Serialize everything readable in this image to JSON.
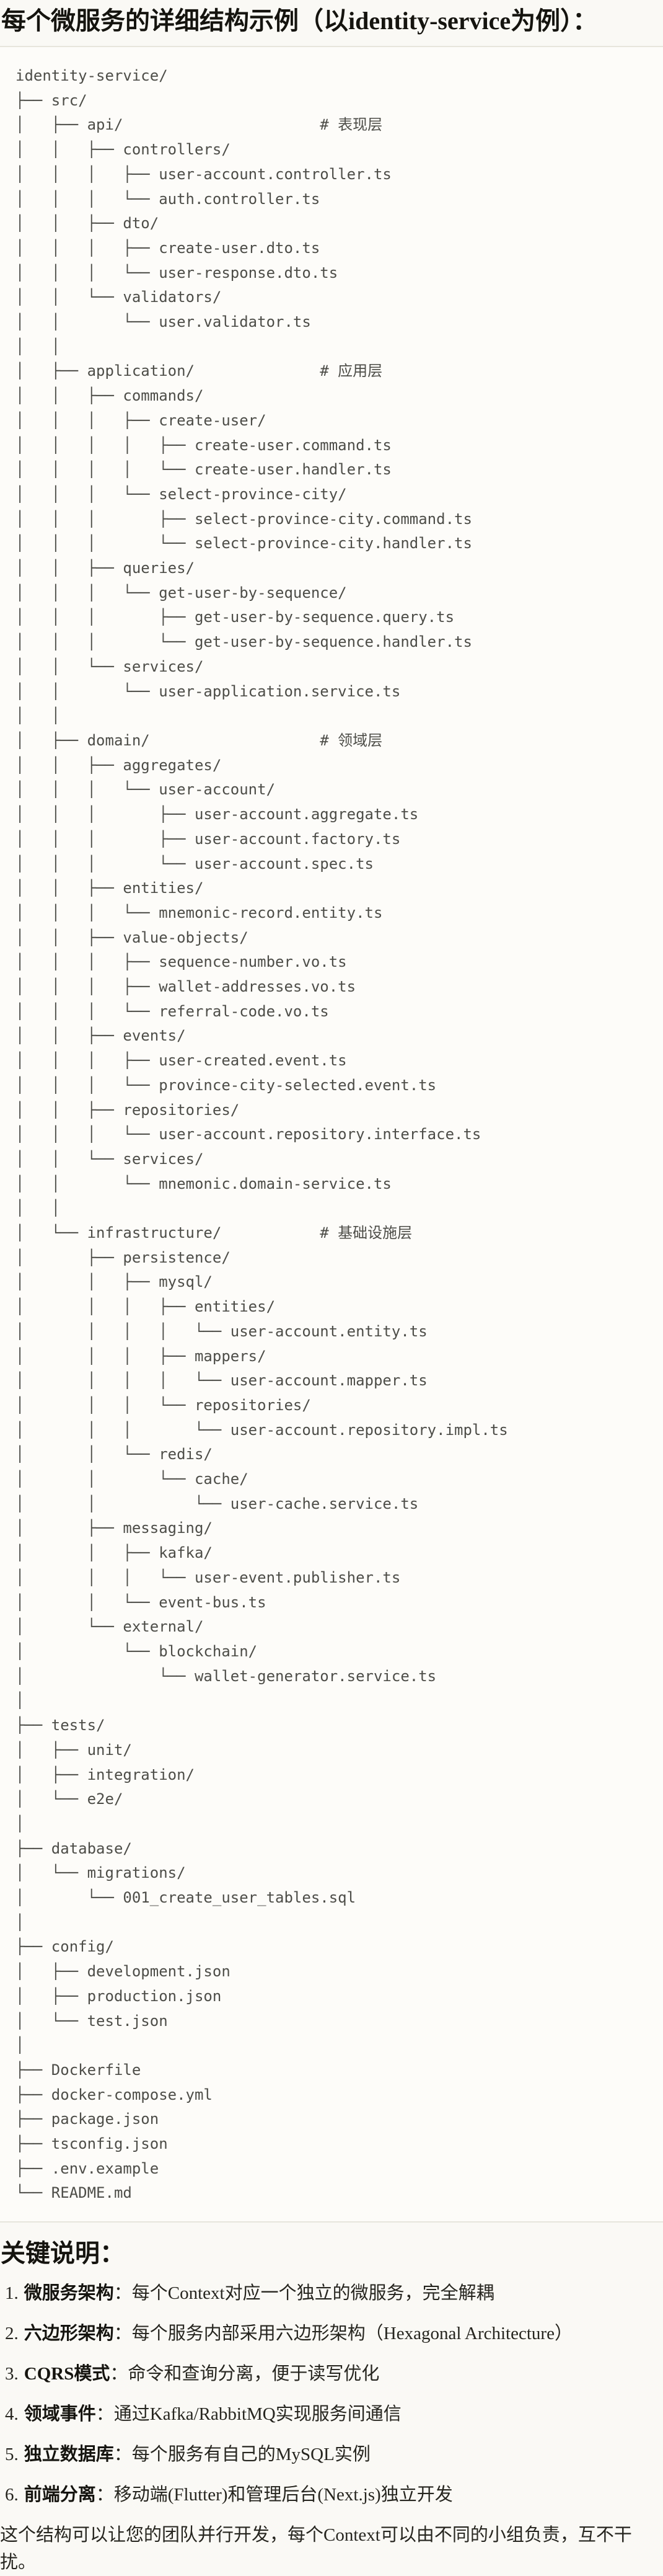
{
  "page": {
    "title": "每个微服务的详细结构示例（以identity-service为例）："
  },
  "colors": {
    "page-bg": "#FAF9F5",
    "code-bg": "#FDFCF9",
    "code-border": "#E7E5DC",
    "code-text": "#4D4D48",
    "heading-text": "#15140F",
    "body-text": "#26251F"
  },
  "code_block": {
    "lines": [
      "identity-service/",
      "├── src/",
      "│   ├── api/                      # 表现层",
      "│   │   ├── controllers/",
      "│   │   │   ├── user-account.controller.ts",
      "│   │   │   └── auth.controller.ts",
      "│   │   ├── dto/",
      "│   │   │   ├── create-user.dto.ts",
      "│   │   │   └── user-response.dto.ts",
      "│   │   └── validators/",
      "│   │       └── user.validator.ts",
      "│   │",
      "│   ├── application/              # 应用层",
      "│   │   ├── commands/",
      "│   │   │   ├── create-user/",
      "│   │   │   │   ├── create-user.command.ts",
      "│   │   │   │   └── create-user.handler.ts",
      "│   │   │   └── select-province-city/",
      "│   │   │       ├── select-province-city.command.ts",
      "│   │   │       └── select-province-city.handler.ts",
      "│   │   ├── queries/",
      "│   │   │   └── get-user-by-sequence/",
      "│   │   │       ├── get-user-by-sequence.query.ts",
      "│   │   │       └── get-user-by-sequence.handler.ts",
      "│   │   └── services/",
      "│   │       └── user-application.service.ts",
      "│   │",
      "│   ├── domain/                   # 领域层",
      "│   │   ├── aggregates/",
      "│   │   │   └── user-account/",
      "│   │   │       ├── user-account.aggregate.ts",
      "│   │   │       ├── user-account.factory.ts",
      "│   │   │       └── user-account.spec.ts",
      "│   │   ├── entities/",
      "│   │   │   └── mnemonic-record.entity.ts",
      "│   │   ├── value-objects/",
      "│   │   │   ├── sequence-number.vo.ts",
      "│   │   │   ├── wallet-addresses.vo.ts",
      "│   │   │   └── referral-code.vo.ts",
      "│   │   ├── events/",
      "│   │   │   ├── user-created.event.ts",
      "│   │   │   └── province-city-selected.event.ts",
      "│   │   ├── repositories/",
      "│   │   │   └── user-account.repository.interface.ts",
      "│   │   └── services/",
      "│   │       └── mnemonic.domain-service.ts",
      "│   │",
      "│   └── infrastructure/           # 基础设施层",
      "│       ├── persistence/",
      "│       │   ├── mysql/",
      "│       │   │   ├── entities/",
      "│       │   │   │   └── user-account.entity.ts",
      "│       │   │   ├── mappers/",
      "│       │   │   │   └── user-account.mapper.ts",
      "│       │   │   └── repositories/",
      "│       │   │       └── user-account.repository.impl.ts",
      "│       │   └── redis/",
      "│       │       └── cache/",
      "│       │           └── user-cache.service.ts",
      "│       ├── messaging/",
      "│       │   ├── kafka/",
      "│       │   │   └── user-event.publisher.ts",
      "│       │   └── event-bus.ts",
      "│       └── external/",
      "│           └── blockchain/",
      "│               └── wallet-generator.service.ts",
      "│",
      "├── tests/",
      "│   ├── unit/",
      "│   ├── integration/",
      "│   └── e2e/",
      "│",
      "├── database/",
      "│   └── migrations/",
      "│       └── 001_create_user_tables.sql",
      "│",
      "├── config/",
      "│   ├── development.json",
      "│   ├── production.json",
      "│   └── test.json",
      "│",
      "├── Dockerfile",
      "├── docker-compose.yml",
      "├── package.json",
      "├── tsconfig.json",
      "├── .env.example",
      "└── README.md"
    ]
  },
  "notes": {
    "heading": "关键说明：",
    "items": [
      {
        "num": "1.",
        "label": "微服务架构",
        "text": "：每个Context对应一个独立的微服务，完全解耦"
      },
      {
        "num": "2.",
        "label": "六边形架构",
        "text": "：每个服务内部采用六边形架构（Hexagonal Architecture）"
      },
      {
        "num": "3.",
        "label": "CQRS模式",
        "text": "：命令和查询分离，便于读写优化"
      },
      {
        "num": "4.",
        "label": "领域事件",
        "text": "：通过Kafka/RabbitMQ实现服务间通信"
      },
      {
        "num": "5.",
        "label": "独立数据库",
        "text": "：每个服务有自己的MySQL实例"
      },
      {
        "num": "6.",
        "label": "前端分离",
        "text": "：移动端(Flutter)和管理后台(Next.js)独立开发"
      }
    ],
    "footer": "这个结构可以让您的团队并行开发，每个Context可以由不同的小组负责，互不干扰。"
  }
}
